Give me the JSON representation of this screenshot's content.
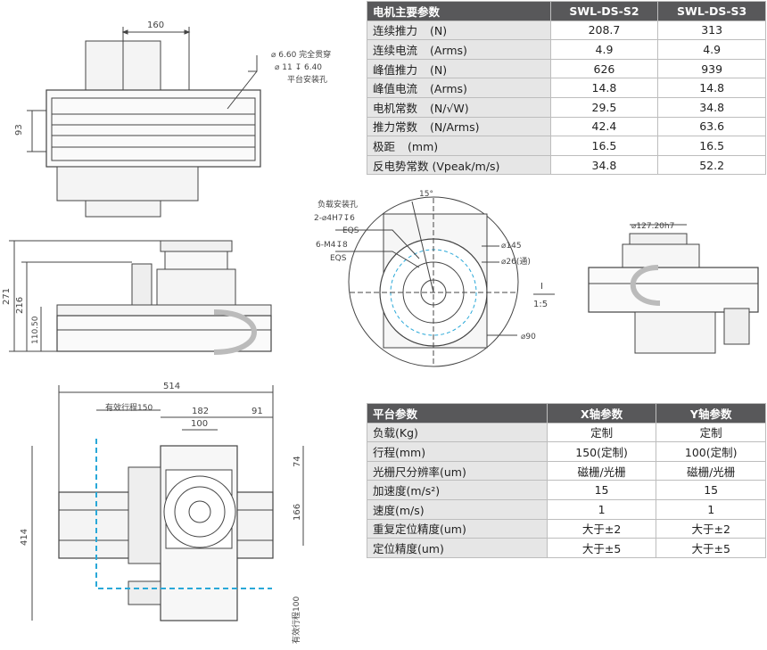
{
  "motor_table": {
    "header": [
      "电机主要参数",
      "SWL-DS-S2",
      "SWL-DS-S3"
    ],
    "rows": [
      {
        "name": "连续推力",
        "unit": "(N)",
        "s2": "208.7",
        "s3": "313"
      },
      {
        "name": "连续电流",
        "unit": "(Arms)",
        "s2": "4.9",
        "s3": "4.9"
      },
      {
        "name": "峰值推力",
        "unit": "(N)",
        "s2": "626",
        "s3": "939"
      },
      {
        "name": "峰值电流",
        "unit": "(Arms)",
        "s2": "14.8",
        "s3": "14.8"
      },
      {
        "name": "电机常数",
        "unit": "(N/√W)",
        "s2": "29.5",
        "s3": "34.8"
      },
      {
        "name": "推力常数",
        "unit": "(N/Arms)",
        "s2": "42.4",
        "s3": "63.6"
      },
      {
        "name": "极距",
        "unit": "(mm)",
        "s2": "16.5",
        "s3": "16.5"
      },
      {
        "name": "反电势常数 (Vpeak/m/s)",
        "unit": "",
        "s2": "34.8",
        "s3": "52.2"
      }
    ]
  },
  "platform_table": {
    "header": [
      "平台参数",
      "X轴参数",
      "Y轴参数"
    ],
    "rows": [
      {
        "name": "负载(Kg)",
        "x": "定制",
        "y": "定制"
      },
      {
        "name": "行程(mm)",
        "x": "150(定制)",
        "y": "100(定制)"
      },
      {
        "name": "光栅尺分辨率(um)",
        "x": "磁栅/光栅",
        "y": "磁栅/光栅"
      },
      {
        "name": "加速度(m/s²)",
        "x": "15",
        "y": "15"
      },
      {
        "name": "速度(m/s)",
        "x": "1",
        "y": "1"
      },
      {
        "name": "重复定位精度(um)",
        "x": "大于±2",
        "y": "大于±2"
      },
      {
        "name": "定位精度(um)",
        "x": "大于±5",
        "y": "大于±5"
      }
    ]
  },
  "top_view": {
    "dim_160": "160",
    "dim_93": "93",
    "hole_note_1": "⌀ 6.60 完全贯穿",
    "hole_note_2": "⌀ 11 ↧ 6.40",
    "hole_note_3": "平台安装孔"
  },
  "side_view": {
    "dim_271": "271",
    "dim_216": "216",
    "dim_110": "110.50"
  },
  "plan_view": {
    "dim_514": "514",
    "dim_182": "182",
    "dim_100": "100",
    "dim_91": "91",
    "dim_414": "414",
    "dim_74": "74",
    "dim_166": "166",
    "stroke_x": "有效行程150",
    "stroke_y": "有效行程100"
  },
  "detail_view": {
    "load_hole": "负载安装孔",
    "hole_a": "2-⌀4H7↧6",
    "eqs_a": "EQS",
    "hole_b": "6-M4↧8",
    "eqs_b": "EQS",
    "angle": "15°",
    "d145": "⌀145",
    "d26": "⌀26(通)",
    "d90": "⌀90",
    "scale_i": "I",
    "scale_ratio": "1:5"
  },
  "right_view": {
    "d127": "⌀127.20h7"
  },
  "colors": {
    "header_bg": "#58585a",
    "label_bg": "#e6e6e6",
    "line": "#444444",
    "stroke_path": "#29a8d8"
  }
}
